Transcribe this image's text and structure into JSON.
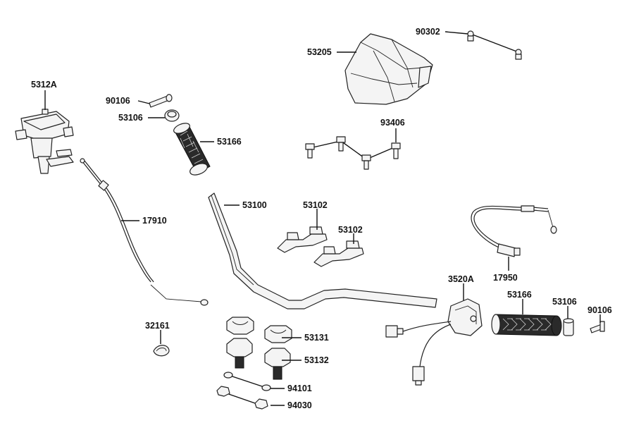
{
  "parts": [
    {
      "id": "5312A",
      "label": "5312A"
    },
    {
      "id": "90106a",
      "label": "90106"
    },
    {
      "id": "53106a",
      "label": "53106"
    },
    {
      "id": "53166a",
      "label": "53166"
    },
    {
      "id": "53205",
      "label": "53205"
    },
    {
      "id": "90302",
      "label": "90302"
    },
    {
      "id": "93406",
      "label": "93406"
    },
    {
      "id": "17910",
      "label": "17910"
    },
    {
      "id": "53100",
      "label": "53100"
    },
    {
      "id": "53102a",
      "label": "53102"
    },
    {
      "id": "53102b",
      "label": "53102"
    },
    {
      "id": "17950",
      "label": "17950"
    },
    {
      "id": "3520A",
      "label": "3520A"
    },
    {
      "id": "53166b",
      "label": "53166"
    },
    {
      "id": "53106b",
      "label": "53106"
    },
    {
      "id": "90106b",
      "label": "90106"
    },
    {
      "id": "32161",
      "label": "32161"
    },
    {
      "id": "53131",
      "label": "53131"
    },
    {
      "id": "53132",
      "label": "53132"
    },
    {
      "id": "94101",
      "label": "94101"
    },
    {
      "id": "94030",
      "label": "94030"
    }
  ]
}
